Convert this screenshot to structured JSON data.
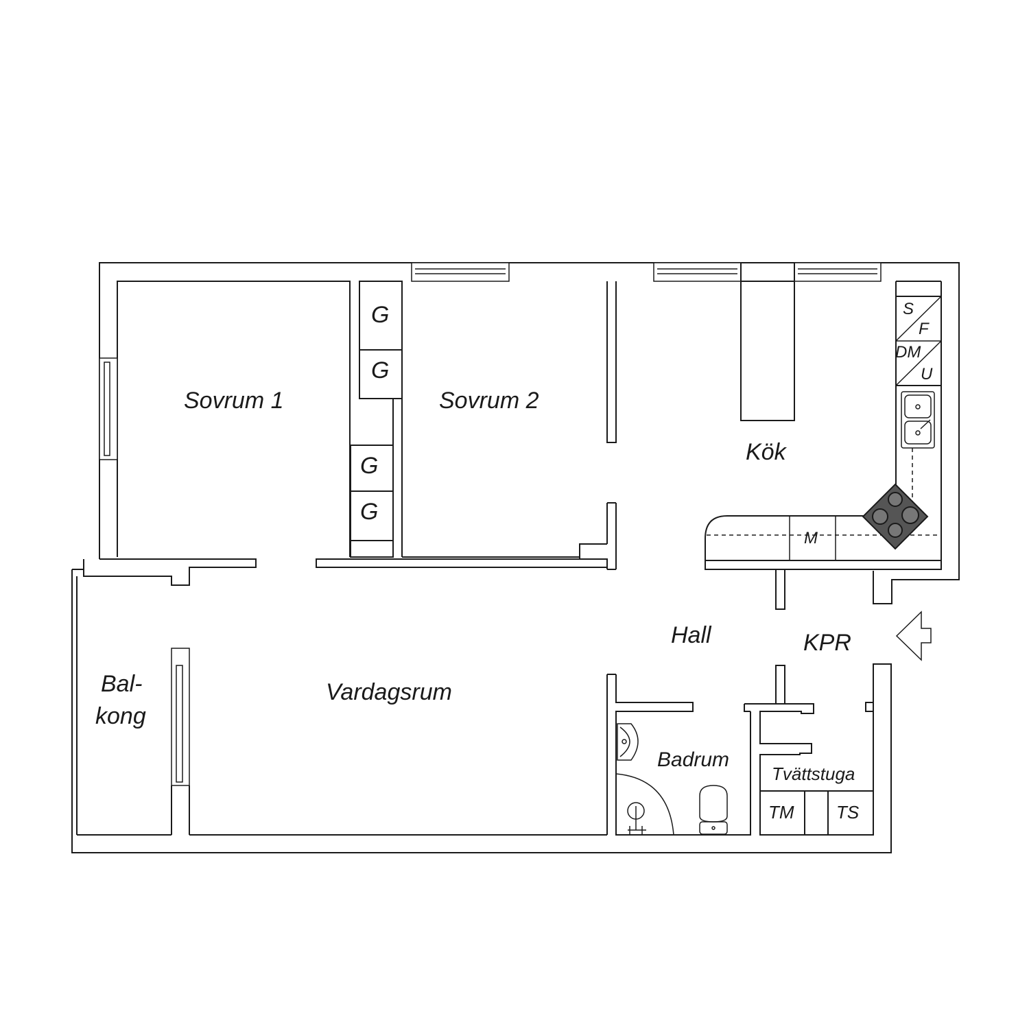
{
  "rooms": {
    "sovrum1": "Sovrum 1",
    "sovrum2": "Sovrum 2",
    "kok": "Kök",
    "hall": "Hall",
    "kpr": "KPR",
    "vardagsrum": "Vardagsrum",
    "balkong_line1": "Bal-",
    "balkong_line2": "kong",
    "badrum": "Badrum",
    "tvattstuga": "Tvättstuga"
  },
  "fixtures": {
    "wardrobe": "G",
    "freezer": "S",
    "fridge": "F",
    "dishwasher": "DM",
    "oven": "U",
    "microwave": "M",
    "washing_machine": "TM",
    "dryer": "TS"
  },
  "colors": {
    "line": "#1a1a1a",
    "stove": "#555555"
  }
}
